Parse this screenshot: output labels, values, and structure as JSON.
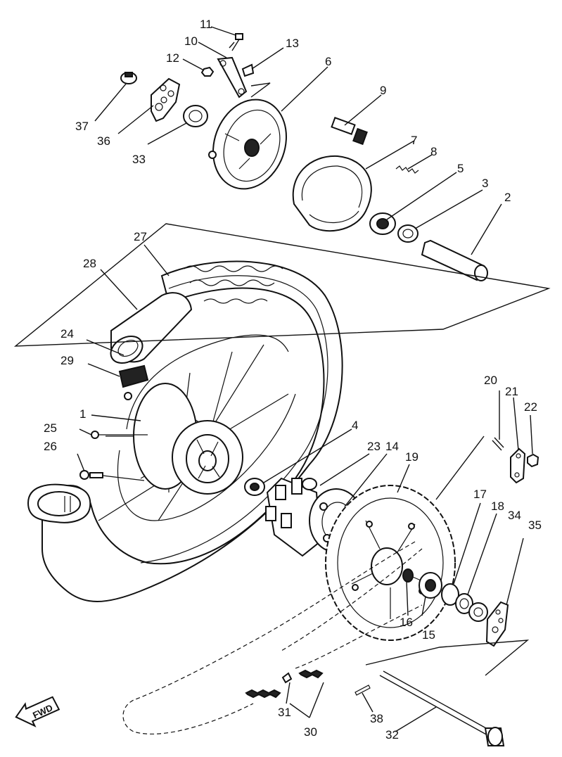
{
  "diagram": {
    "fwd_label": "FWD",
    "parts": [
      {
        "id": "p1",
        "label": "1"
      },
      {
        "id": "p2",
        "label": "2"
      },
      {
        "id": "p3",
        "label": "3"
      },
      {
        "id": "p4",
        "label": "4"
      },
      {
        "id": "p5",
        "label": "5"
      },
      {
        "id": "p6",
        "label": "6"
      },
      {
        "id": "p7",
        "label": "7"
      },
      {
        "id": "p8",
        "label": "8"
      },
      {
        "id": "p9",
        "label": "9"
      },
      {
        "id": "p10",
        "label": "10"
      },
      {
        "id": "p11",
        "label": "11"
      },
      {
        "id": "p12",
        "label": "12"
      },
      {
        "id": "p13",
        "label": "13"
      },
      {
        "id": "p14",
        "label": "14"
      },
      {
        "id": "p15",
        "label": "15"
      },
      {
        "id": "p16",
        "label": "16"
      },
      {
        "id": "p17",
        "label": "17"
      },
      {
        "id": "p18",
        "label": "18"
      },
      {
        "id": "p19",
        "label": "19"
      },
      {
        "id": "p20",
        "label": "20"
      },
      {
        "id": "p21",
        "label": "21"
      },
      {
        "id": "p22",
        "label": "22"
      },
      {
        "id": "p23",
        "label": "23"
      },
      {
        "id": "p24",
        "label": "24"
      },
      {
        "id": "p25",
        "label": "25"
      },
      {
        "id": "p26",
        "label": "26"
      },
      {
        "id": "p27",
        "label": "27"
      },
      {
        "id": "p28",
        "label": "28"
      },
      {
        "id": "p29",
        "label": "29"
      },
      {
        "id": "p30",
        "label": "30"
      },
      {
        "id": "p31",
        "label": "31"
      },
      {
        "id": "p32",
        "label": "32"
      },
      {
        "id": "p33",
        "label": "33"
      },
      {
        "id": "p34",
        "label": "34"
      },
      {
        "id": "p35",
        "label": "35"
      },
      {
        "id": "p36",
        "label": "36"
      },
      {
        "id": "p37",
        "label": "37"
      },
      {
        "id": "p38",
        "label": "38"
      }
    ]
  }
}
